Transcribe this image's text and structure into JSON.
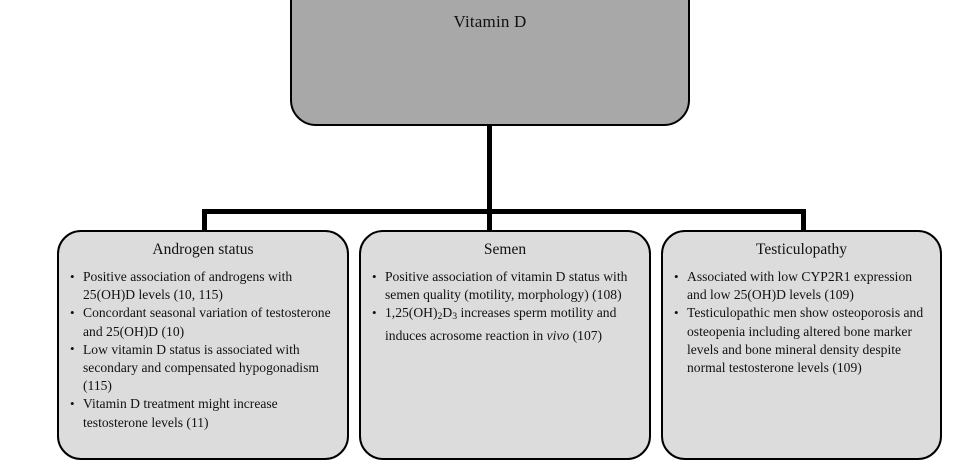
{
  "diagram": {
    "root": {
      "label": "Vitamin D",
      "fill_color": "#a8a8a8",
      "border_color": "#000000"
    },
    "leaf_fill_color": "#dcdcdc",
    "nodes": [
      {
        "title": "Androgen status",
        "bullets": [
          "Positive association of androgens with 25(OH)D levels (10, 115)",
          "Concordant seasonal variation of testosterone and 25(OH)D (10)",
          "Low vitamin D status is associated with secondary and compensated hypogonadism (115)",
          "Vitamin D treatment might increase testosterone levels (11)"
        ]
      },
      {
        "title": "Semen",
        "bullets": [
          "Positive association of vitamin D status with semen quality (motility, morphology) (108)",
          "1,25(OH)2D3 increases sperm motility and induces acrosome reaction in vivo (107)"
        ]
      },
      {
        "title": "Testiculopathy",
        "bullets": [
          "Associated with low CYP2R1 expression and low 25(OH)D levels (109)",
          "Testiculopathic men show osteoporosis and osteopenia including altered bone marker levels and bone mineral density despite normal testosterone levels (109)"
        ]
      }
    ]
  }
}
